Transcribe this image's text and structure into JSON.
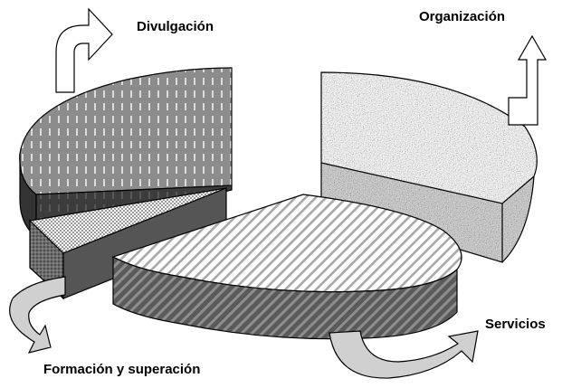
{
  "segments": [
    {
      "id": "divulgacion",
      "label": "Divulgación",
      "top_pattern": "vertical-dashes",
      "side_pattern": "dark-solid"
    },
    {
      "id": "organizacion",
      "label": "Organización",
      "top_pattern": "granite-noise",
      "side_pattern": "granite-noise"
    },
    {
      "id": "formacion",
      "label": "Formación y superación",
      "top_pattern": "checker",
      "side_pattern": "dark-dots"
    },
    {
      "id": "servicios",
      "label": "Servicios",
      "top_pattern": "diagonal-stripes",
      "side_pattern": "dark-diagonal-stripes"
    }
  ],
  "arrows": [
    {
      "segment": "divulgacion",
      "icon": "curved-arrow-up-right-icon",
      "fill": "white"
    },
    {
      "segment": "organizacion",
      "icon": "bent-arrow-up-icon",
      "fill": "white"
    },
    {
      "segment": "formacion",
      "icon": "curved-arrow-down-right-icon",
      "fill": "light-gray"
    },
    {
      "segment": "servicios",
      "icon": "curved-arrow-up-right-icon",
      "fill": "light-gray"
    }
  ],
  "colors": {
    "outline": "#000000",
    "dark_side": "#3a3a3a",
    "mid_gray": "#7a7a7a",
    "light_gray": "#cfcfcf",
    "background": "#ffffff"
  }
}
